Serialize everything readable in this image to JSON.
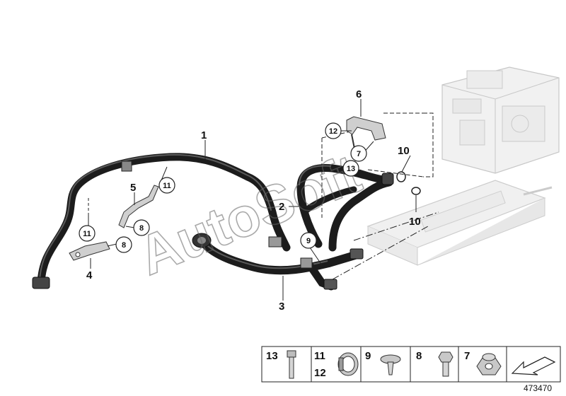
{
  "diagram": {
    "callouts": [
      {
        "id": "c1",
        "label": "1"
      },
      {
        "id": "c2",
        "label": "2"
      },
      {
        "id": "c3",
        "label": "3"
      },
      {
        "id": "c4",
        "label": "4"
      },
      {
        "id": "c5",
        "label": "5"
      },
      {
        "id": "c6",
        "label": "6"
      },
      {
        "id": "c10a",
        "label": "10"
      },
      {
        "id": "c10b",
        "label": "10"
      }
    ],
    "circle_callouts": [
      {
        "id": "k11a",
        "label": "11"
      },
      {
        "id": "k11b",
        "label": "11"
      },
      {
        "id": "k8a",
        "label": "8"
      },
      {
        "id": "k8b",
        "label": "8"
      },
      {
        "id": "k12",
        "label": "12"
      },
      {
        "id": "k7",
        "label": "7"
      },
      {
        "id": "k13",
        "label": "13"
      },
      {
        "id": "k9",
        "label": "9"
      }
    ],
    "watermark": "AutoSoft",
    "colors": {
      "hose": "#1c1c1c",
      "hose_highlight": "#5a5a5a",
      "grey_part": "#cfcfcf",
      "line": "#222222"
    }
  },
  "parts_legend": [
    {
      "label": "13",
      "icon": "bolt-icon"
    },
    {
      "label": "11",
      "label2": "12",
      "icon": "hose-clamp-icon"
    },
    {
      "label": "9",
      "icon": "expanding-rivet-icon"
    },
    {
      "label": "8",
      "icon": "hex-screw-icon"
    },
    {
      "label": "7",
      "icon": "hex-nut-icon"
    },
    {
      "label": "",
      "icon": "direction-arrow-icon"
    }
  ],
  "document_number": "473470"
}
